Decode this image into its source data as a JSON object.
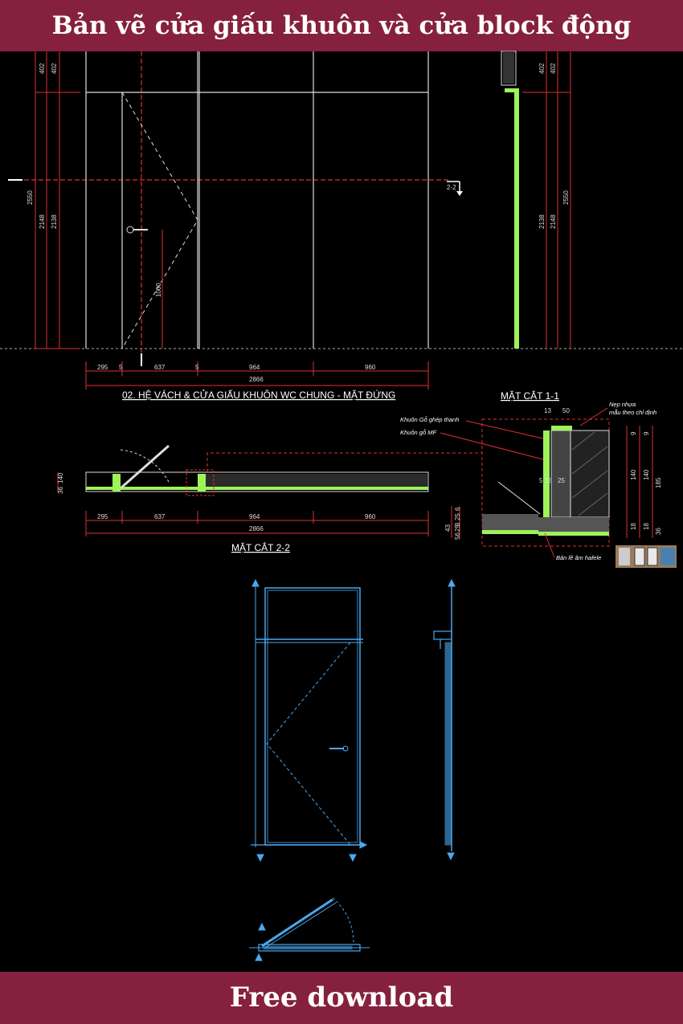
{
  "header": {
    "title": "Bản vẽ cửa giấu khuôn và cửa block động"
  },
  "footer": {
    "title": "Free download"
  },
  "elevation": {
    "title": "02. HỆ VÁCH & CỬA GIẤU KHUÔN WC CHUNG - MẶT ĐỨNG",
    "bottom_dims": [
      "295",
      "5",
      "637",
      "5",
      "964",
      "960"
    ],
    "total": "2866",
    "left_dims": [
      "402",
      "402",
      "2550",
      "2148",
      "2138"
    ],
    "handle_height": "1000",
    "section_marker": "2-2"
  },
  "side_section": {
    "dims": [
      "402",
      "402",
      "2138",
      "2148",
      "2550"
    ]
  },
  "section22": {
    "title": "MẶT CẮT 2-2",
    "dims": [
      "295",
      "637",
      "964",
      "960"
    ],
    "total": "2866",
    "thickness": [
      "36",
      "140"
    ]
  },
  "section11": {
    "title": "MẶT CẮT 1-1",
    "labels": {
      "khuon_go_ghep": "Khuôn Gỗ ghép thanh",
      "khuon_go_mf": "Khuôn gỗ MF",
      "nep_nhua": "Nẹp nhựa",
      "mau_theo": "mẫu theo chỉ định",
      "ban_le": "Bản lề âm hafele"
    },
    "top_dims": [
      "13",
      "50"
    ],
    "mid_dims": [
      "5",
      "18",
      "25"
    ],
    "right_dims": [
      "9",
      "9",
      "140",
      "140",
      "185",
      "18",
      "18",
      "36"
    ],
    "left_dims": [
      "43",
      "25",
      "6",
      "56",
      "25",
      "6"
    ]
  },
  "colors": {
    "banner": "#85213f",
    "cad_red": "#e03030",
    "cad_green": "#9ef25a",
    "cad_blue": "#4aa8f0"
  }
}
